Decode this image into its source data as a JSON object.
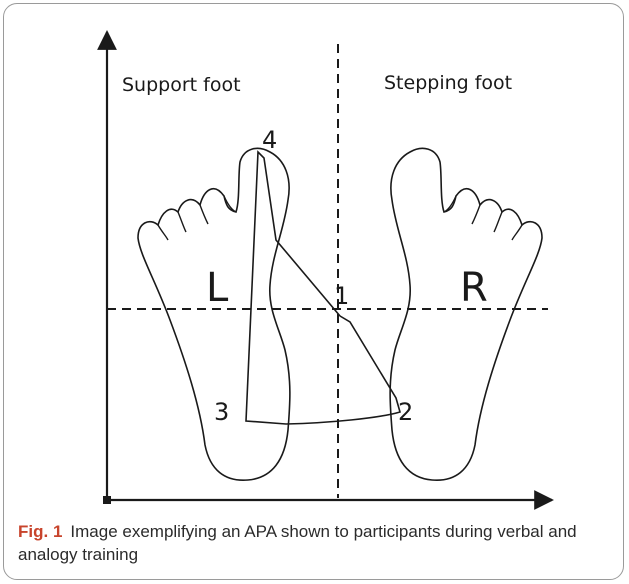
{
  "labels": {
    "support_foot": "Support foot",
    "stepping_foot": "Stepping foot",
    "left_foot": "L",
    "right_foot": "R"
  },
  "points": {
    "p1": "1",
    "p2": "2",
    "p3": "3",
    "p4": "4"
  },
  "caption": {
    "figure_label": "Fig. 1",
    "text": "Image exemplifying an APA shown to participants during verbal and analogy training"
  },
  "colors": {
    "line": "#1a1a1a",
    "figure_label": "#c8442c",
    "frame": "#9a9a9a"
  }
}
